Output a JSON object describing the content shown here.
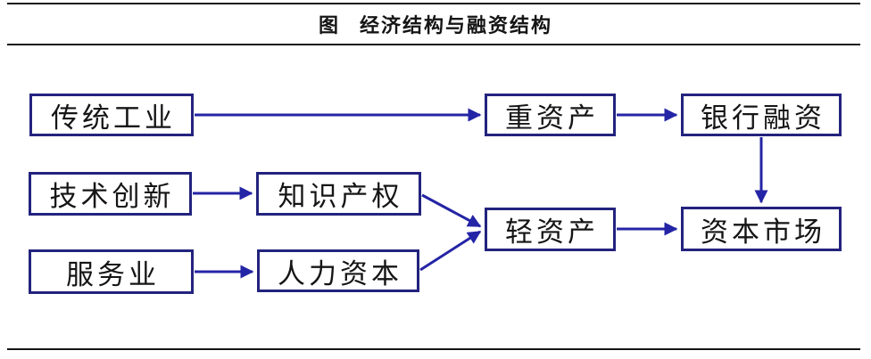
{
  "title": {
    "prefix": "图",
    "text": "经济结构与融资结构"
  },
  "colors": {
    "box_border": "#23237e",
    "arrow": "#2424a6",
    "text": "#151515",
    "rule": "#151515"
  },
  "nodes": {
    "traditional_industry": "传统工业",
    "heavy_assets": "重资产",
    "bank_financing": "银行融资",
    "tech_innovation": "技术创新",
    "intellectual_property": "知识产权",
    "light_assets": "轻资产",
    "capital_market": "资本市场",
    "service_industry": "服务业",
    "human_capital": "人力资本"
  },
  "edges": [
    {
      "from": "传统工业",
      "to": "重资产"
    },
    {
      "from": "重资产",
      "to": "银行融资"
    },
    {
      "from": "银行融资",
      "to": "资本市场"
    },
    {
      "from": "技术创新",
      "to": "知识产权"
    },
    {
      "from": "服务业",
      "to": "人力资本"
    },
    {
      "from": "知识产权",
      "to": "轻资产"
    },
    {
      "from": "人力资本",
      "to": "轻资产"
    },
    {
      "from": "轻资产",
      "to": "资本市场"
    }
  ]
}
